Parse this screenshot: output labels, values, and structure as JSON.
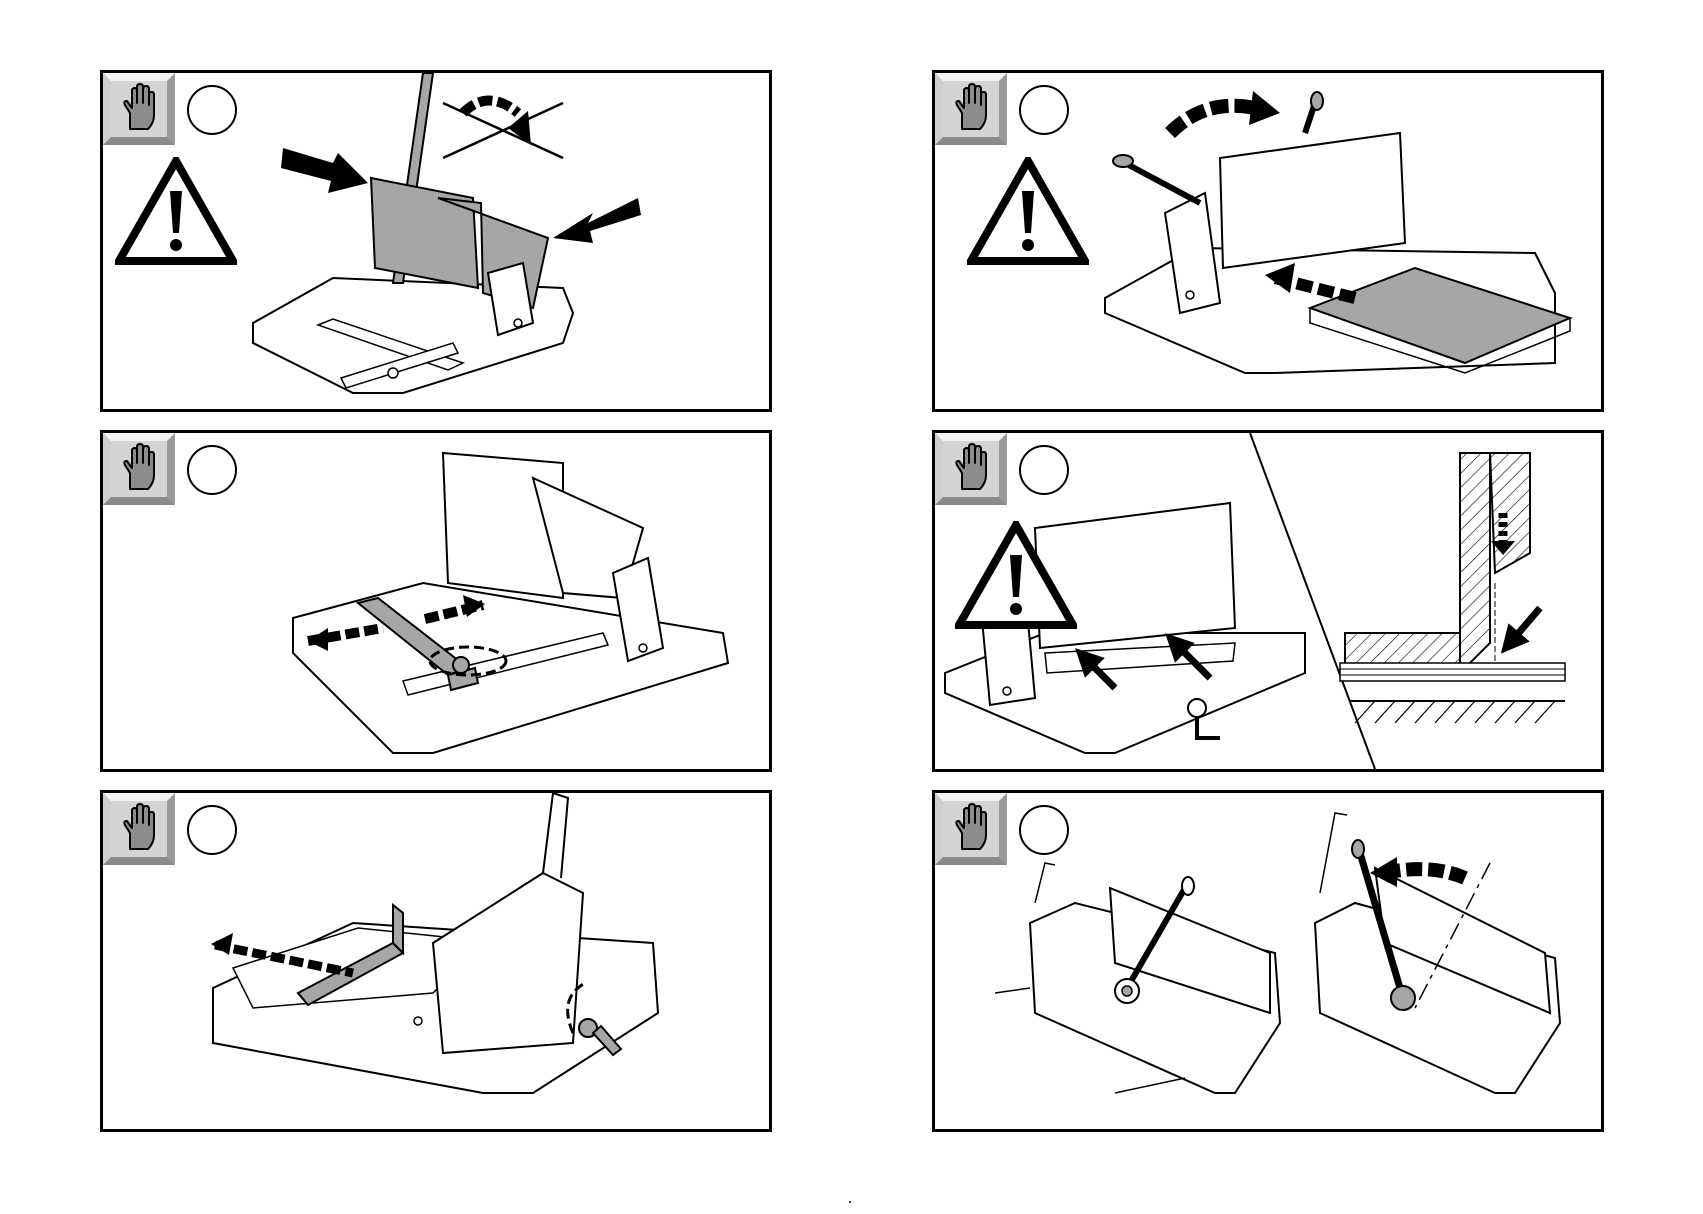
{
  "colors": {
    "line": "#000000",
    "part_fill": "#a6a6a6",
    "glove_badge_fill": "#d4d4d4",
    "glove_fill": "#8c8c8c"
  },
  "icons": {
    "glove": "glove-icon",
    "warning": "warning-triangle-icon",
    "arrow": "arrow-icon"
  },
  "panels": [
    {
      "id": "p1",
      "glove_badge": true,
      "warning": true,
      "subject": "blade-guards-fold"
    },
    {
      "id": "p2",
      "glove_badge": true,
      "warning": false,
      "subject": "side-gauge-adjust"
    },
    {
      "id": "p3",
      "glove_badge": true,
      "warning": false,
      "subject": "back-gauge-crank"
    },
    {
      "id": "p4",
      "glove_badge": true,
      "warning": true,
      "subject": "paper-insert"
    },
    {
      "id": "p5",
      "glove_badge": true,
      "warning": true,
      "subject": "clamp-and-cut-detail"
    },
    {
      "id": "p6",
      "glove_badge": true,
      "warning": false,
      "subject": "lever-lowering"
    }
  ]
}
